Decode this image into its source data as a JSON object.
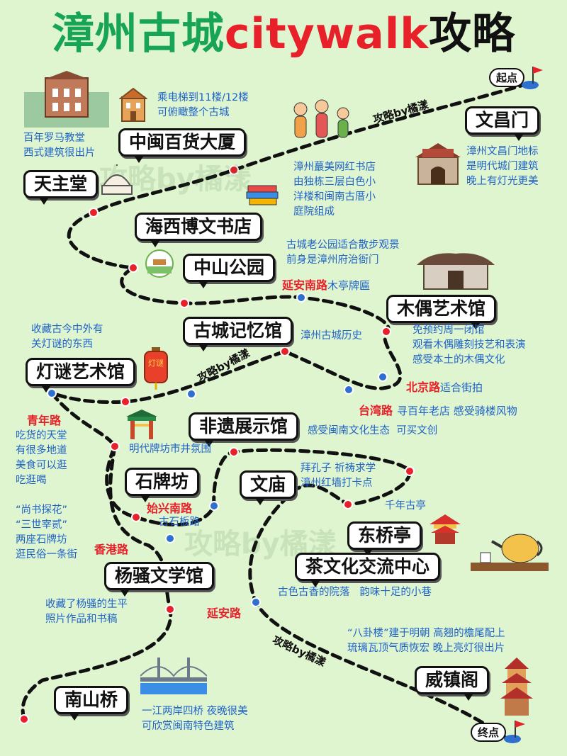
{
  "title": {
    "part1": "漳州古城",
    "part2": "citywalk",
    "part3": "攻略"
  },
  "start_label": "起点",
  "end_label": "终点",
  "watermark": "攻略by橘漾",
  "stops": [
    {
      "name": "文昌门",
      "note": "漳州文昌门地标\n是明代城门建筑\n晚上有灯光更美"
    },
    {
      "name": "中闽百货大厦",
      "note": "乘电梯到11楼/12楼\n可俯瞰整个古城"
    },
    {
      "name": "天主堂",
      "note": "百年罗马教堂\n西式建筑很出片"
    },
    {
      "name": "海西博文书店",
      "note": "漳州蕞美网红书店\n由独栋三层白色小\n洋楼和闽南古厝小\n庭院组成"
    },
    {
      "name": "中山公园",
      "note": "古城老公园适合散步观景\n前身是漳州府治衙门"
    },
    {
      "name": "木偶艺术馆",
      "note": "免预约周一闭馆\n观看木偶雕刻技艺和表演\n感受本土的木偶文化"
    },
    {
      "name": "古城记忆馆",
      "note": "漳州古城历史"
    },
    {
      "name": "灯谜艺术馆",
      "note": "收藏古今中外有\n关灯谜的东西"
    },
    {
      "name": "非遗展示馆",
      "note": "感受闽南文化生态  可买文创"
    },
    {
      "name": "石牌坊",
      "note": "明代牌坊市井氛围"
    },
    {
      "name": "文庙",
      "note": "拜孔子 祈祷求学\n漳州红墙打卡点"
    },
    {
      "name": "东桥亭",
      "note": "千年古亭"
    },
    {
      "name": "茶文化交流中心",
      "note": "古色古香的院落   韵味十足的小巷"
    },
    {
      "name": "杨骚文学馆",
      "note": "收藏了杨骚的生平\n照片作品和书稿"
    },
    {
      "name": "威镇阁",
      "note": "“八卦楼”建于明朝 高翘的檐尾配上\n琉璃瓦顶气质恢宏 晚上亮灯很出片"
    },
    {
      "name": "南山桥",
      "note": "一江两岸四桥 夜晚很美\n可欣赏闽南特色建筑"
    }
  ],
  "roads": [
    {
      "name": "延安南路",
      "note": "木亭牌匾"
    },
    {
      "name": "北京路",
      "note": "适合街拍"
    },
    {
      "name": "台湾路",
      "note": "寻百年老店 感受骑楼风物"
    },
    {
      "name": "青年路",
      "note": "吃货的天堂\n有很多地道\n美食可以逛\n吃逛喝"
    },
    {
      "name": "始兴南路",
      "note": "古石板路"
    },
    {
      "name": "香港路",
      "note": "“尚书探花”\n“三世宰贰”\n两座石牌坊\n逛民俗一条街"
    },
    {
      "name": "延安路",
      "note": ""
    }
  ],
  "icons": {
    "lantern_text": "灯谜"
  },
  "colors": {
    "title_green": "#17a455",
    "title_red": "#e8202a",
    "path": "#111111",
    "dot_red": "#e8202a",
    "dot_blue": "#2e6fd0",
    "note_blue": "#1e62c9",
    "background": "#dff5cf"
  }
}
